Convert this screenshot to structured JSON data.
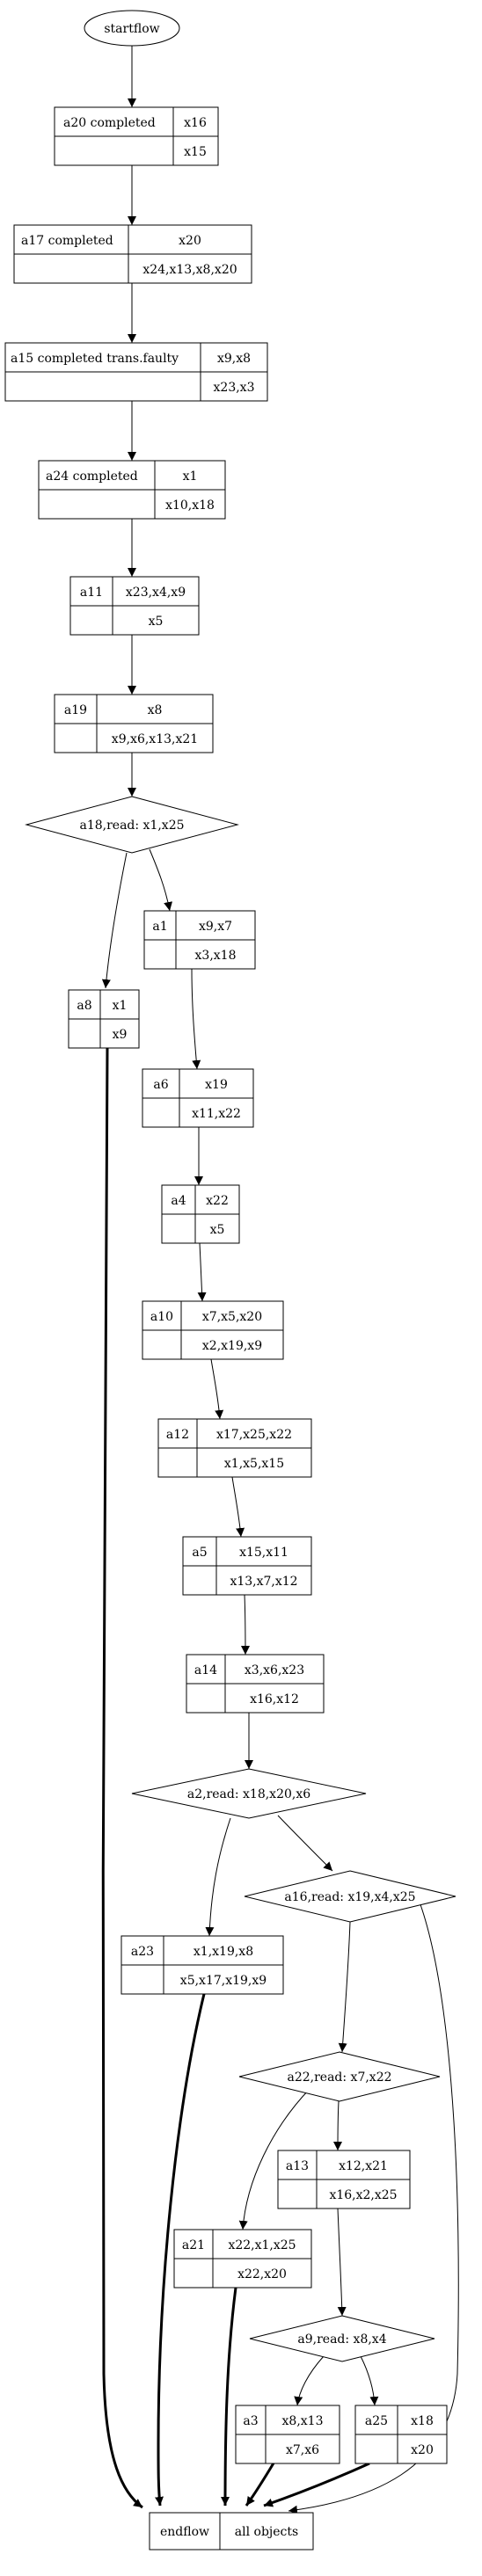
{
  "start": {
    "label": "startflow"
  },
  "nodes": [
    {
      "id": "a20",
      "title": "a20 completed",
      "top": "x16",
      "bottom": "x15"
    },
    {
      "id": "a17",
      "title": "a17 completed",
      "top": "x20",
      "bottom": "x24,x13,x8,x20"
    },
    {
      "id": "a15",
      "title": "a15 completed trans.faulty",
      "top": "x9,x8",
      "bottom": "x23,x3"
    },
    {
      "id": "a24",
      "title": "a24 completed",
      "top": "x1",
      "bottom": "x10,x18"
    },
    {
      "id": "a11",
      "title": "a11",
      "top": "x23,x4,x9",
      "bottom": "x5"
    },
    {
      "id": "a19",
      "title": "a19",
      "top": "x8",
      "bottom": "x9,x6,x13,x21"
    },
    {
      "id": "a1",
      "title": "a1",
      "top": "x9,x7",
      "bottom": "x3,x18"
    },
    {
      "id": "a8",
      "title": "a8",
      "top": "x1",
      "bottom": "x9"
    },
    {
      "id": "a6",
      "title": "a6",
      "top": "x19",
      "bottom": "x11,x22"
    },
    {
      "id": "a4",
      "title": "a4",
      "top": "x22",
      "bottom": "x5"
    },
    {
      "id": "a10",
      "title": "a10",
      "top": "x7,x5,x20",
      "bottom": "x2,x19,x9"
    },
    {
      "id": "a12",
      "title": "a12",
      "top": "x17,x25,x22",
      "bottom": "x1,x5,x15"
    },
    {
      "id": "a5",
      "title": "a5",
      "top": "x15,x11",
      "bottom": "x13,x7,x12"
    },
    {
      "id": "a14",
      "title": "a14",
      "top": "x3,x6,x23",
      "bottom": "x16,x12"
    },
    {
      "id": "a23",
      "title": "a23",
      "top": "x1,x19,x8",
      "bottom": "x5,x17,x19,x9"
    },
    {
      "id": "a13",
      "title": "a13",
      "top": "x12,x21",
      "bottom": "x16,x2,x25"
    },
    {
      "id": "a21",
      "title": "a21",
      "top": "x22,x1,x25",
      "bottom": "x22,x20"
    },
    {
      "id": "a3",
      "title": "a3",
      "top": "x8,x13",
      "bottom": "x7,x6"
    },
    {
      "id": "a25",
      "title": "a25",
      "top": "x18",
      "bottom": "x20"
    }
  ],
  "decisions": [
    {
      "id": "a18",
      "label": "a18,read: x1,x25"
    },
    {
      "id": "a2",
      "label": "a2,read: x18,x20,x6"
    },
    {
      "id": "a16",
      "label": "a16,read: x19,x4,x25"
    },
    {
      "id": "a22",
      "label": "a22,read: x7,x22"
    },
    {
      "id": "a9",
      "label": "a9,read: x8,x4"
    }
  ],
  "end": {
    "left": "endflow",
    "right": "all objects"
  }
}
